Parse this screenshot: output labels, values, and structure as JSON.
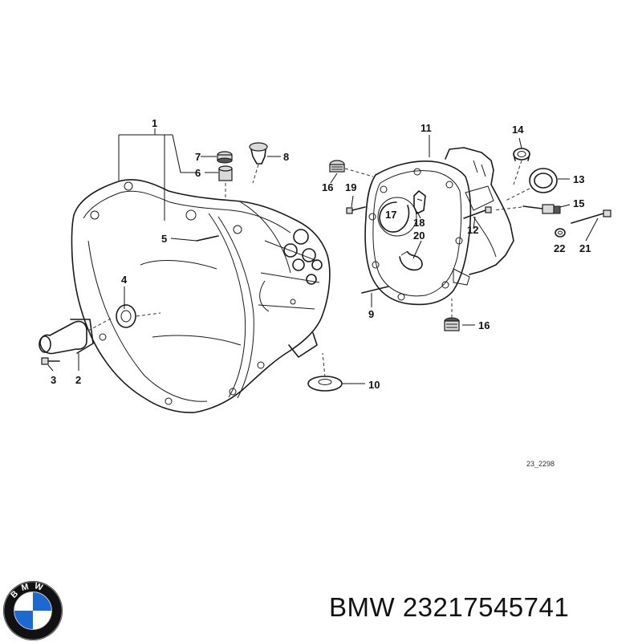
{
  "diagram": {
    "drawing_ref": "23_2298",
    "callouts": [
      "1",
      "2",
      "3",
      "4",
      "5",
      "6",
      "7",
      "8",
      "9",
      "10",
      "11",
      "12",
      "13",
      "14",
      "15",
      "16",
      "16",
      "17",
      "18",
      "19",
      "20",
      "21",
      "22"
    ]
  },
  "caption": {
    "brand": "BMW",
    "part_number": "23217545741"
  },
  "logo": {
    "letters": "BMW",
    "colors": {
      "blue": "#1c69d4",
      "white": "#ffffff",
      "ring": "#111111"
    }
  }
}
